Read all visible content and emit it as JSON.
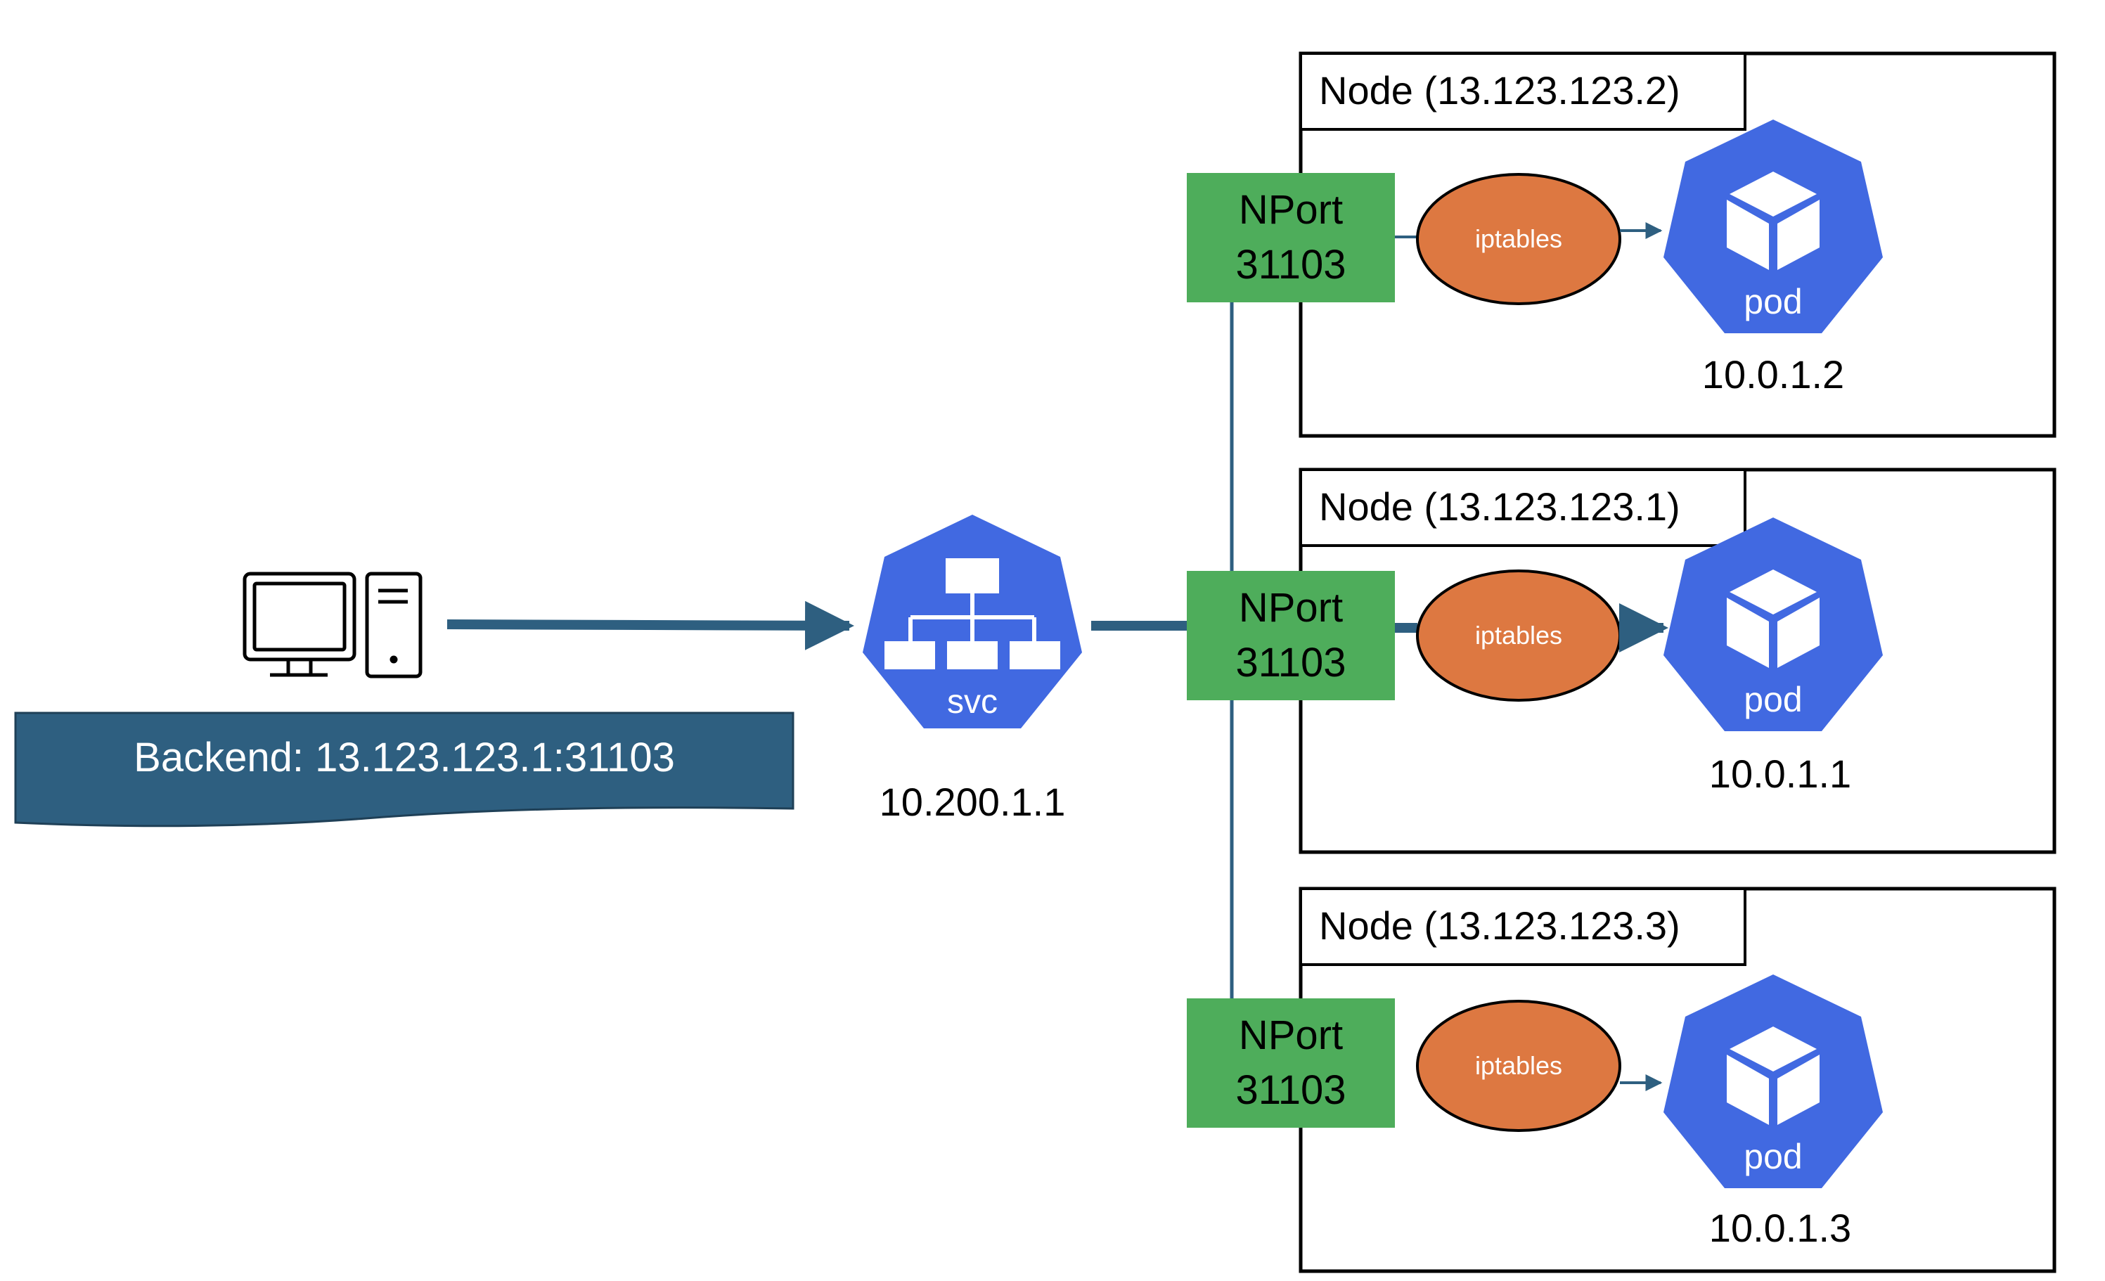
{
  "client": {
    "backend_label": "Backend: 13.123.123.1:31103"
  },
  "service": {
    "icon_label": "svc",
    "ip": "10.200.1.1"
  },
  "nodes": [
    {
      "title": "Node (13.123.123.2)",
      "nport_line1": "NPort",
      "nport_line2": "31103",
      "iptables_label": "iptables",
      "pod_label": "pod",
      "pod_ip": "10.0.1.2"
    },
    {
      "title": "Node (13.123.123.1)",
      "nport_line1": "NPort",
      "nport_line2": "31103",
      "iptables_label": "iptables",
      "pod_label": "pod",
      "pod_ip": "10.0.1.1"
    },
    {
      "title": "Node (13.123.123.3)",
      "nport_line1": "NPort",
      "nport_line2": "31103",
      "iptables_label": "iptables",
      "pod_label": "pod",
      "pod_ip": "10.0.1.3"
    }
  ],
  "colors": {
    "k8s_blue": "#4169E1",
    "nport_green": "#4EAD5B",
    "iptables_orange": "#DD7841",
    "arrow_dark": "#2E5F80",
    "banner": "#2E5F80"
  },
  "icons": {
    "client": "computer-tower-icon",
    "service": "svc-network-icon",
    "pod": "pod-cube-icon"
  }
}
